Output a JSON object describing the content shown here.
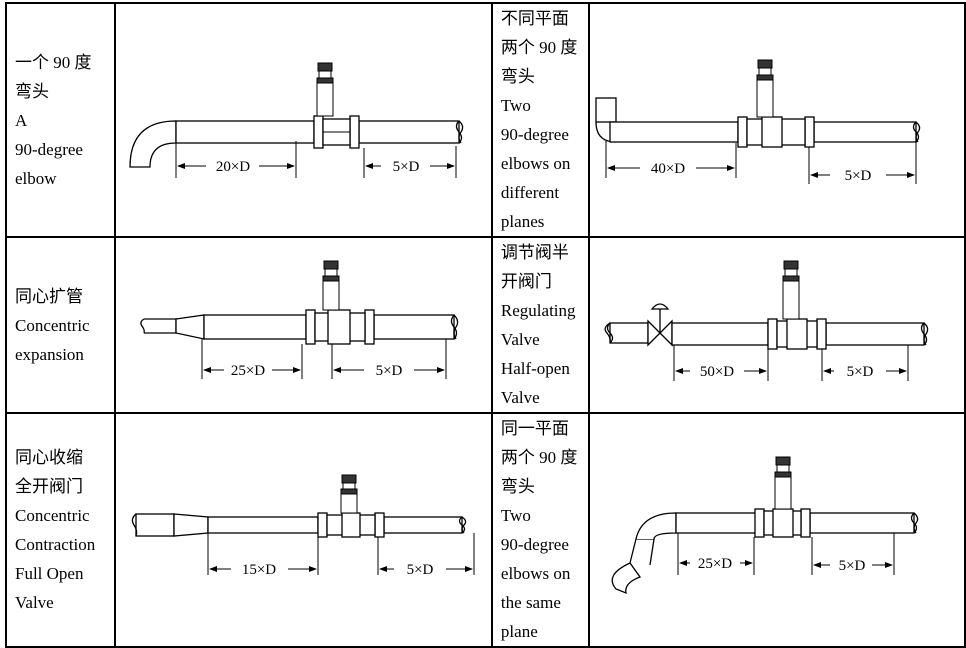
{
  "rows": [
    {
      "left": {
        "lines": [
          "一个 90 度",
          "弯头",
          "A",
          "90-degree",
          "elbow"
        ],
        "distances": {
          "upstream": "20×D",
          "downstream": "5×D"
        }
      },
      "right": {
        "lines": [
          "不同平面",
          "两个 90 度",
          "弯头",
          "Two",
          "90-degree",
          "elbows on",
          "different",
          "planes"
        ],
        "distances": {
          "upstream": "40×D",
          "downstream": "5×D"
        }
      }
    },
    {
      "left": {
        "lines": [
          "同心扩管",
          "Concentric",
          "expansion"
        ],
        "distances": {
          "upstream": "25×D",
          "downstream": "5×D"
        }
      },
      "right": {
        "lines": [
          "调节阀半",
          "开阀门",
          "Regulating",
          "Valve",
          "Half-open",
          "Valve"
        ],
        "distances": {
          "upstream": "50×D",
          "downstream": "5×D"
        }
      }
    },
    {
      "left": {
        "lines": [
          "同心收缩",
          "全开阀门",
          "Concentric",
          "Contraction",
          "Full Open",
          "Valve"
        ],
        "distances": {
          "upstream": "15×D",
          "downstream": "5×D"
        }
      },
      "right": {
        "lines": [
          "同一平面",
          "两个 90 度",
          "弯头",
          "Two",
          "90-degree",
          "elbows on",
          "the same",
          "plane"
        ],
        "distances": {
          "upstream": "25×D",
          "downstream": "5×D"
        }
      }
    }
  ]
}
